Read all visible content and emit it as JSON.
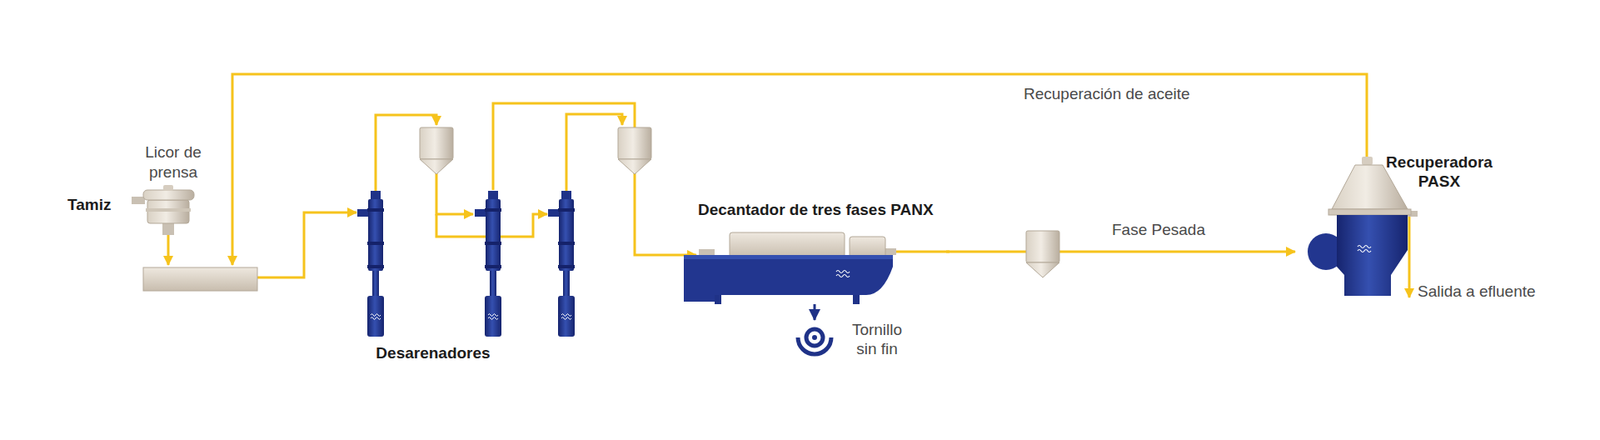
{
  "diagram": {
    "nodes": [
      {
        "text": [
          "Tamiz"
        ]
      },
      {
        "text": [
          "Desarenadores"
        ]
      },
      {
        "text": [
          "Decantador de tres fases PANX"
        ]
      },
      {
        "text": [
          "Tornillo sin fin"
        ]
      },
      {
        "text": [
          "Recuperadora PASX"
        ]
      }
    ],
    "edges": [
      {
        "from": 1,
        "to": 2,
        "arrow": "to"
      },
      {
        "from": 2,
        "to": 3,
        "arrow": "to"
      },
      {
        "from": 2,
        "to": 4,
        "label": "Fase Pesada",
        "arrow": "to"
      }
    ],
    "labels": [
      "Licor de prensa",
      "Recuperación de aceite",
      "Salida a efluente"
    ]
  }
}
